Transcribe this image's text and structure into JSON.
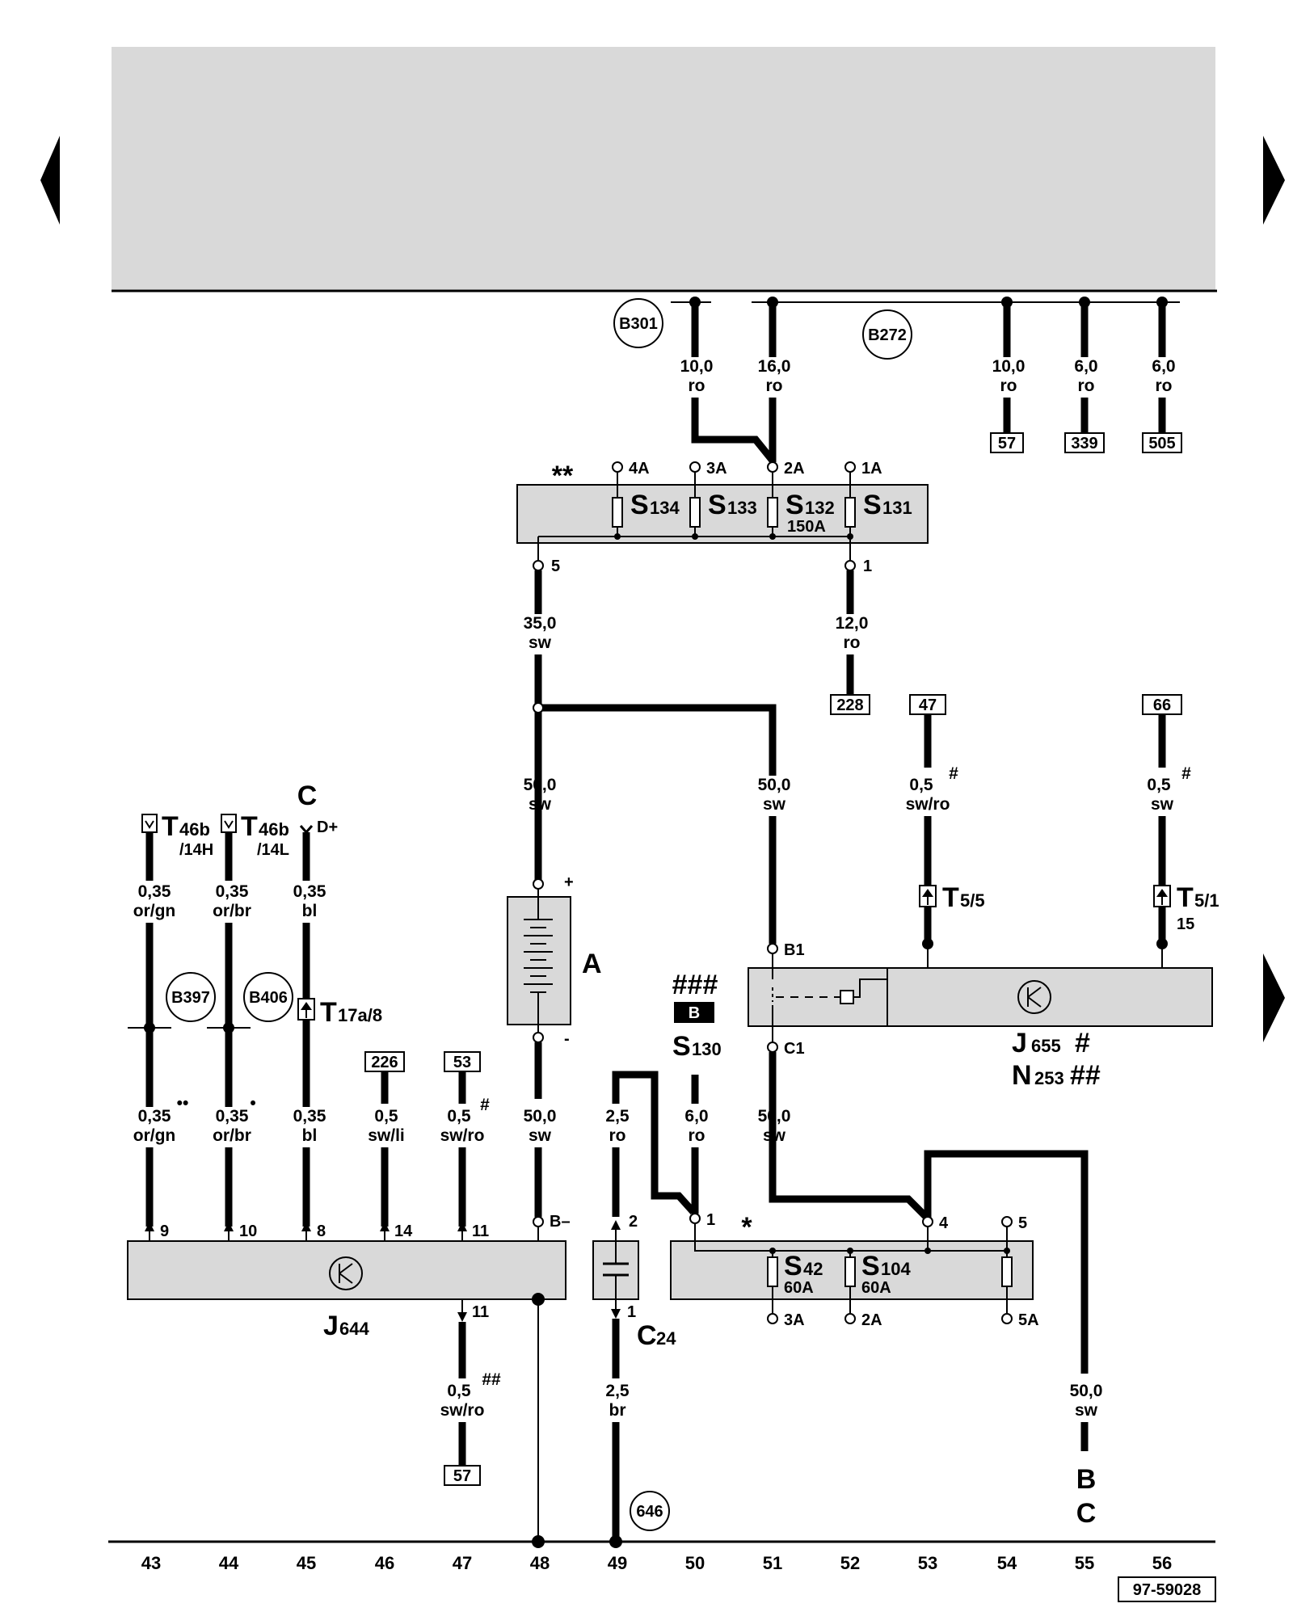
{
  "ground_refs": [
    "B301",
    "B272",
    "B397",
    "B406",
    "646"
  ],
  "top_wires": [
    {
      "size": "10,0",
      "color": "ro"
    },
    {
      "size": "16,0",
      "color": "ro"
    },
    {
      "size": "10,0",
      "color": "ro"
    },
    {
      "size": "6,0",
      "color": "ro"
    },
    {
      "size": "6,0",
      "color": "ro"
    }
  ],
  "top_refs": [
    "57",
    "339",
    "505"
  ],
  "fuse_block_top": {
    "marker": "**",
    "terminals": [
      "4A",
      "3A",
      "2A",
      "1A"
    ],
    "fuses": [
      {
        "name": "S",
        "sub": "134"
      },
      {
        "name": "S",
        "sub": "133"
      },
      {
        "name": "S",
        "sub": "132",
        "rating": "150A"
      },
      {
        "name": "S",
        "sub": "131"
      }
    ],
    "bottom_terminals": [
      "5",
      "1"
    ]
  },
  "wires_mid": [
    {
      "size": "35,0",
      "color": "sw"
    },
    {
      "size": "12,0",
      "color": "ro"
    },
    {
      "size": "50,0",
      "color": "sw"
    },
    {
      "size": "50,0",
      "color": "sw"
    },
    {
      "size": "0,5",
      "mark": "#",
      "color": "sw/ro"
    },
    {
      "size": "0,5",
      "mark": "#",
      "color": "sw"
    }
  ],
  "mid_refs": [
    "228",
    "47",
    "66"
  ],
  "battery": {
    "name": "A",
    "plus": "+",
    "minus": "-"
  },
  "connectors": {
    "t46b_1": {
      "name": "T",
      "sub": "46b",
      "pin": "/14H"
    },
    "t46b_2": {
      "name": "T",
      "sub": "46b",
      "pin": "/14L"
    },
    "d_plus": {
      "label": "C",
      "pin": "D+"
    },
    "t17a": {
      "name": "T",
      "sub": "17a/8"
    },
    "t5_5": {
      "name": "T",
      "sub": "5/5"
    },
    "t5_1": {
      "name": "T",
      "sub": "5/1",
      "pin": "15"
    }
  },
  "left_wires_top": [
    {
      "size": "0,35",
      "color": "or/gn"
    },
    {
      "size": "0,35",
      "color": "or/br"
    },
    {
      "size": "0,35",
      "color": "bl"
    }
  ],
  "left_wires_bottom": [
    {
      "size": "0,35",
      "color": "or/gn",
      "mark": "••"
    },
    {
      "size": "0,35",
      "color": "or/br",
      "mark": "•"
    },
    {
      "size": "0,35",
      "color": "bl"
    },
    {
      "size": "0,5",
      "color": "sw/li"
    },
    {
      "size": "0,5",
      "mark": "#",
      "color": "sw/ro"
    },
    {
      "size": "50,0",
      "color": "sw"
    },
    {
      "size": "2,5",
      "color": "ro"
    },
    {
      "size": "6,0",
      "color": "ro"
    },
    {
      "size": "50,0",
      "color": "sw"
    }
  ],
  "left_refs": [
    "226",
    "53"
  ],
  "j644": {
    "name": "J",
    "sub": "644",
    "pins": [
      "9",
      "10",
      "8",
      "14",
      "11",
      "B–"
    ],
    "out_pin": "11"
  },
  "j644_out_wire": {
    "size": "0,5",
    "mark": "##",
    "color": "sw/ro",
    "ref": "57"
  },
  "c24": {
    "name": "C",
    "sub": "24",
    "pins": [
      "2",
      "1"
    ],
    "wire": {
      "size": "2,5",
      "color": "br"
    }
  },
  "s130": {
    "marks": "###",
    "badge": "B",
    "name": "S",
    "sub": "130"
  },
  "j655": {
    "name": "J",
    "sub": "655",
    "mark": "#",
    "pins": [
      "B1",
      "C1"
    ]
  },
  "n253": {
    "name": "N",
    "sub": "253",
    "mark": "##"
  },
  "fuse_block_bottom": {
    "marker": "*",
    "top_terminals": [
      "1",
      "4",
      "5"
    ],
    "fuses": [
      {
        "name": "S",
        "sub": "42",
        "rating": "60A"
      },
      {
        "name": "S",
        "sub": "104",
        "rating": "60A"
      }
    ],
    "bottom_terminals": [
      "3A",
      "2A",
      "5A"
    ]
  },
  "right_wire": {
    "size": "50,0",
    "color": "sw",
    "label1": "B",
    "label2": "C"
  },
  "columns": [
    "43",
    "44",
    "45",
    "46",
    "47",
    "48",
    "49",
    "50",
    "51",
    "52",
    "53",
    "54",
    "55",
    "56"
  ],
  "figure_id": "97-59028"
}
